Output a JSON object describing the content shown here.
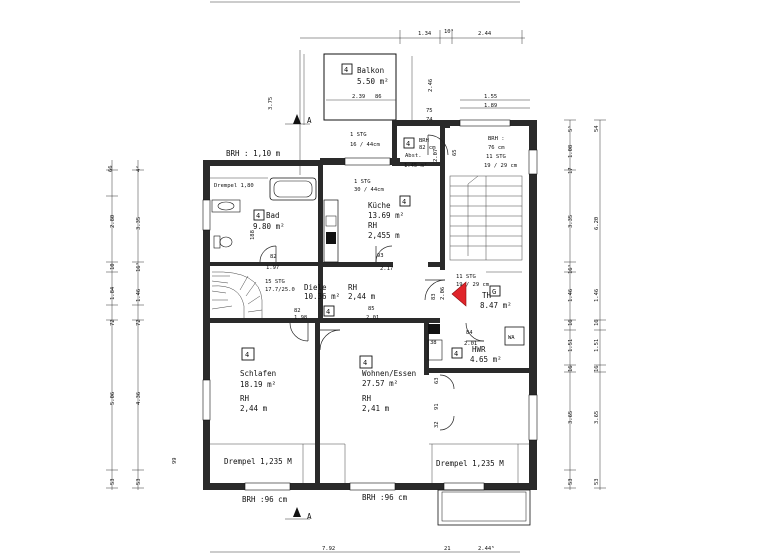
{
  "rooms": {
    "balkon": {
      "label": "Balkon",
      "num": "4",
      "area": "5.50 m²",
      "dim_a": "2.39",
      "dim_b": "86"
    },
    "bad": {
      "label": "Bad",
      "num": "4",
      "area": "9.80 m²",
      "d1": "188",
      "d2": "82",
      "d3": "1.97"
    },
    "kueche": {
      "label": "Küche",
      "num": "4",
      "area": "13.69 m²",
      "rh": "RH",
      "height": "2,455 m",
      "d1": "93",
      "d2": "2.17"
    },
    "diele": {
      "label": "Diele",
      "rh": "RH",
      "num": "4",
      "area": "10.36 m²",
      "height": "2,44 m",
      "stairs": "15 STG",
      "stairs_dim": "17.7/25.0",
      "d1": "1.98",
      "d2": "85",
      "d3": "2.01",
      "d4": "82"
    },
    "abst": {
      "label": "Abst.",
      "num": "4",
      "sub": "82 cm",
      "area": "1.45 m²",
      "d1": "65",
      "d2": "2.07",
      "brh": "BRH"
    },
    "th": {
      "label": "TH",
      "num": "G",
      "area": "8.47 m²",
      "stairs": "11 STG",
      "stairs_dim": "19 / 29 cm",
      "d1": "83",
      "d2": "2.06"
    },
    "hwr": {
      "label": "HWR",
      "num": "4",
      "area": "4.65 m²",
      "d1": "84",
      "d2": "2.01",
      "d3": "38",
      "wa": "WA"
    },
    "schlafen": {
      "label": "Schlafen",
      "num": "4",
      "area": "18.19 m²",
      "rh": "RH",
      "height": "2,44 m",
      "drempel": "Drempel 1,235 M"
    },
    "wohnen": {
      "label": "Wohnen/Essen",
      "num": "4",
      "area": "27.57 m²",
      "rh": "RH",
      "height": "2,41 m",
      "drempel": "Drempel 1,235 M",
      "d1": "63",
      "d2": "91",
      "d3": "32"
    }
  },
  "annotations": {
    "brh_left": "BRH : 1,10 m",
    "brh_right_top": "BRH :",
    "brh_right_val": "76 cm",
    "stg_right": "11 STG",
    "stg_right_dim": "19 / 29 cm",
    "drempel_top": "Drempel 1,80",
    "stg_top": "1 STG",
    "stg_top_dim": "16 / 44cm",
    "stg_top2": "1 STG",
    "stg_top2_dim": "30 / 44cm",
    "brh_bottom1": "BRH :96 cm",
    "brh_bottom2": "BRH :96 cm",
    "marker_a": "A"
  },
  "dimensions": {
    "top": [
      "1.34",
      "10⁵",
      "2.44"
    ],
    "top_right": [
      "1.55",
      "1.89"
    ],
    "balkon_side": [
      "2.46",
      "75",
      "74"
    ],
    "left_outer": [
      "66",
      "2.80",
      "10",
      "1.84",
      "72",
      "5.06",
      "53"
    ],
    "left_inner": [
      "4²",
      "3.35",
      "16⁵",
      "1.46",
      "72",
      "4.36",
      "53"
    ],
    "left_misc": [
      "3.75",
      "99"
    ],
    "right_inner": [
      "5⁵",
      "1.08",
      "17",
      "3.35",
      "16⁵",
      "1.46",
      "16",
      "1.51",
      "16",
      "3.65",
      "53"
    ],
    "right_outer": [
      "54",
      "6.20",
      "1.46",
      "16",
      "1.51",
      "16",
      "3.65",
      "53"
    ],
    "bottom": [
      "7.92",
      "21",
      "2.44⁵"
    ]
  }
}
